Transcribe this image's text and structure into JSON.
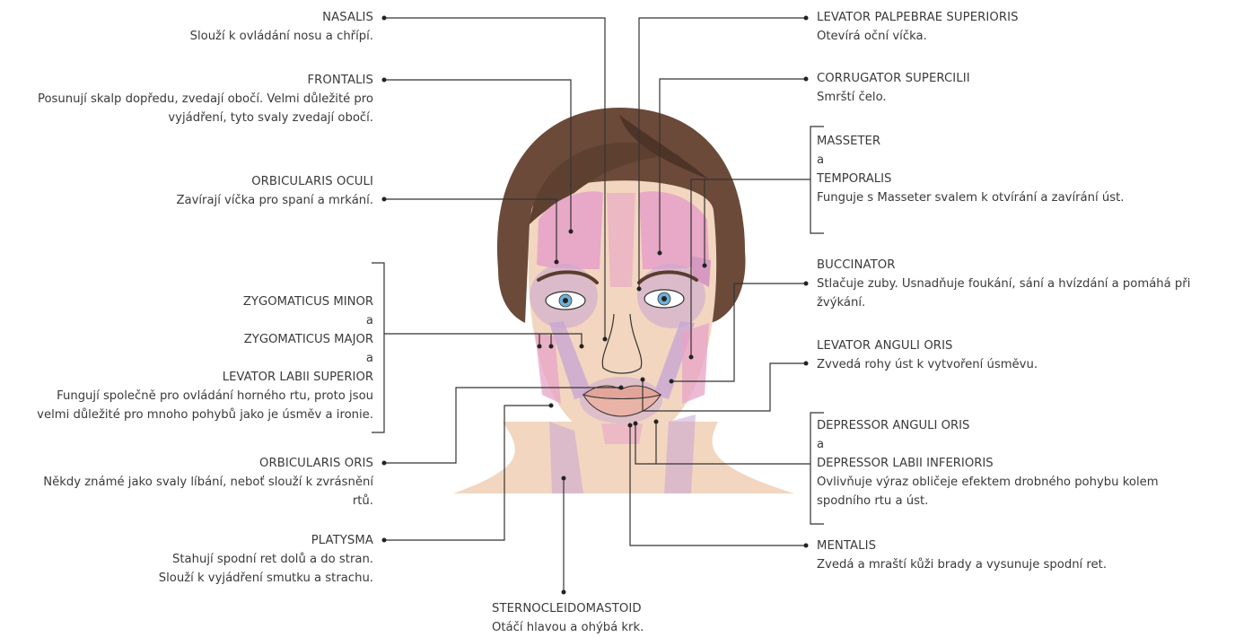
{
  "labels": {
    "nasalis": {
      "title": "NASALIS",
      "desc": [
        "Slouží k ovládání nosu a chřípí."
      ]
    },
    "frontalis": {
      "title": "FRONTALIS",
      "desc": [
        "Posunují skalp dopředu, zvedají obočí. Velmi důležité pro",
        "vyjádření, tyto svaly zvedají obočí."
      ]
    },
    "orbicularis_oculi": {
      "title": "ORBICULARIS OCULI",
      "desc": [
        "Zavírají víčka pro spaní a mrkání."
      ]
    },
    "zygomaticus": {
      "lines": [
        "ZYGOMATICUS MINOR",
        "a",
        "ZYGOMATICUS MAJOR",
        "a",
        "LEVATOR LABII SUPERIOR"
      ],
      "desc": [
        "Fungují společně pro ovládání horného rtu, proto jsou",
        "velmi důležité pro mnoho pohybů jako je úsměv a ironie."
      ]
    },
    "orbicularis_oris": {
      "title": "ORBICULARIS ORIS",
      "desc": [
        "Někdy známé jako svaly líbání, neboť slouží k zvrásnění",
        "rtů."
      ]
    },
    "platysma": {
      "title": "PLATYSMA",
      "desc": [
        "Stahují spodní ret dolů a do stran.",
        "Slouží k vyjádření smutku a strachu."
      ]
    },
    "sternocleidomastoid": {
      "title": "STERNOCLEIDOMASTOID",
      "desc": [
        "Otáčí hlavou a ohýbá krk."
      ]
    },
    "levator_palpebrae": {
      "title": "LEVATOR PALPEBRAE SUPERIORIS",
      "desc": [
        "Otevírá oční víčka."
      ]
    },
    "corrugator": {
      "title": "CORRUGATOR SUPERCILII",
      "desc": [
        "Smrští čelo."
      ]
    },
    "masseter": {
      "lines": [
        "MASSETER",
        "a",
        "TEMPORALIS"
      ],
      "desc": [
        "Funguje s Masseter svalem k otvírání a zavírání úst."
      ]
    },
    "buccinator": {
      "title": "BUCCINATOR",
      "desc": [
        "Stlačuje zuby. Usnadňuje foukání, sání a hvízdání a pomáhá při",
        "žvýkání."
      ]
    },
    "levator_anguli": {
      "title": "LEVATOR ANGULI ORIS",
      "desc": [
        "Zvvedá rohy úst k vytvoření úsměvu."
      ]
    },
    "depressor": {
      "lines": [
        "DEPRESSOR ANGULI ORIS",
        "a",
        "DEPRESSOR LABII INFERIORIS"
      ],
      "desc": [
        "Ovlivňuje výraz obličeje efektem drobného pohybu kolem",
        "spodního rtu a úst."
      ]
    },
    "mentalis": {
      "title": "MENTALIS",
      "desc": [
        "Zvedá a mraští kůži brady a vysunuje spodní ret."
      ]
    }
  },
  "colors": {
    "hair": "#6b4a3a",
    "skin": "#f2d6bf",
    "muscle_pink": "#e7a3c8",
    "muscle_purple": "#c8a6d3",
    "line": "#333333",
    "text": "#3a3a3a"
  }
}
